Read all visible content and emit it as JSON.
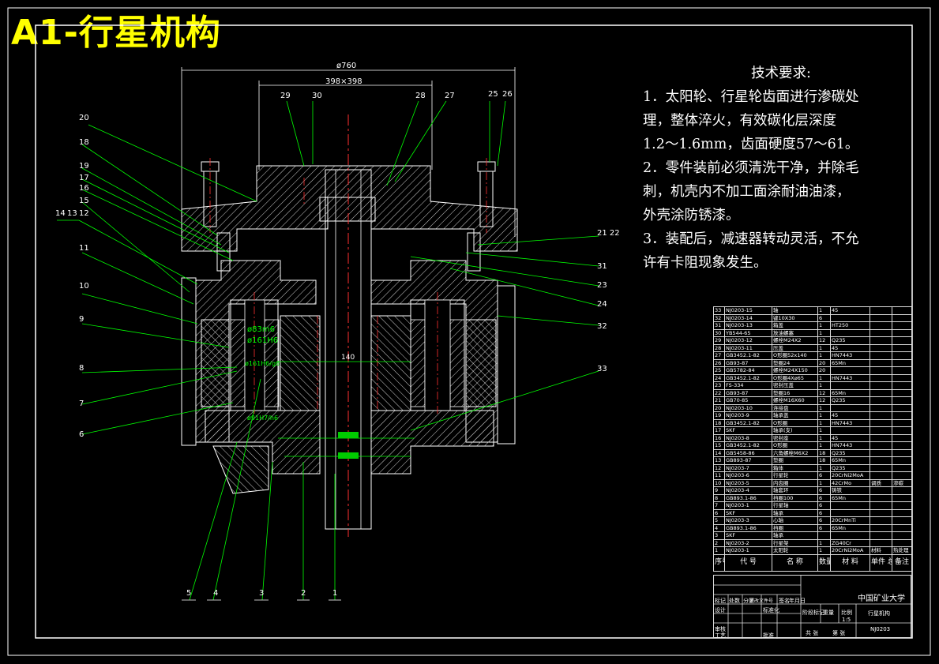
{
  "title": "A1-行星机构",
  "tech_requirements": {
    "heading": "技术要求:",
    "lines": [
      "1．太阳轮、行星轮齿面进行渗碳处",
      "理，整体淬火，有效碳化层深度",
      "1.2～1.6mm，齿面硬度57～61。",
      "2．零件装前必须清洗干净，并除毛",
      "刺，机壳内不加工面涂耐油油漆，",
      "外壳涂防锈漆。",
      "3．装配后，减速器转动灵活，不允",
      "许有卡阻现象发生。"
    ]
  },
  "dimensions": {
    "overall": "ø760",
    "square": "398×398",
    "center": "140",
    "fit1": "ø83m6",
    "fit2": "ø161H6",
    "fit3": "ø161H6/g6",
    "fit4": "ø91H7/h6"
  },
  "part_labels": [
    "1",
    "2",
    "3",
    "4",
    "5",
    "6",
    "7",
    "8",
    "9",
    "10",
    "11",
    "12",
    "13",
    "14",
    "15",
    "16",
    "17",
    "18",
    "19",
    "20",
    "21 22",
    "23",
    "24",
    "25",
    "26",
    "27",
    "28",
    "29",
    "30",
    "31",
    "32",
    "33"
  ],
  "bom_rows": [
    [
      "33",
      "NJ0203-15",
      "轴",
      "1",
      "45",
      "",
      ""
    ],
    [
      "32",
      "NJ0203-14",
      "键10X30",
      "6",
      "",
      "",
      ""
    ],
    [
      "31",
      "NJ0203-13",
      "箱盖",
      "1",
      "HT250",
      "",
      ""
    ],
    [
      "30",
      "YB544-65",
      "放油螺塞",
      "1",
      "",
      "",
      ""
    ],
    [
      "29",
      "NJ0203-12",
      "螺栓M24X2",
      "12",
      "Q235",
      "",
      ""
    ],
    [
      "28",
      "NJ0203-11",
      "压盖",
      "1",
      "45",
      "",
      ""
    ],
    [
      "27",
      "GB3452.1-82",
      "O形圈52x140",
      "1",
      "HN7443",
      "",
      ""
    ],
    [
      "26",
      "GB93-87",
      "垫圈24",
      "20",
      "65Mn",
      "",
      ""
    ],
    [
      "25",
      "GB5782-84",
      "螺栓M24X150",
      "20",
      "",
      "",
      ""
    ],
    [
      "24",
      "GB3452.1-82",
      "O形圈4Xø65",
      "1",
      "HN7443",
      "",
      ""
    ],
    [
      "23",
      "FS-334",
      "密封压盖",
      "1",
      "",
      "",
      ""
    ],
    [
      "22",
      "GB93-87",
      "垫圈16",
      "12",
      "65Mn",
      "",
      ""
    ],
    [
      "21",
      "GB70-85",
      "螺栓M16X60",
      "12",
      "Q235",
      "",
      ""
    ],
    [
      "20",
      "NJ0203-10",
      "连接盘",
      "1",
      "",
      "",
      ""
    ],
    [
      "19",
      "NJ0203-9",
      "轴承盖",
      "1",
      "45",
      "",
      ""
    ],
    [
      "18",
      "GB3452.1-82",
      "O形圈",
      "1",
      "HN7443",
      "",
      ""
    ],
    [
      "17",
      "SKF",
      "轴承(支)",
      "1",
      "",
      "",
      ""
    ],
    [
      "16",
      "NJ0203-8",
      "密封座",
      "1",
      "45",
      "",
      ""
    ],
    [
      "15",
      "GB3452.1-82",
      "O形圈",
      "1",
      "HN7443",
      "",
      ""
    ],
    [
      "14",
      "GB5458-86",
      "六角螺栓M6X2",
      "18",
      "Q235",
      "",
      ""
    ],
    [
      "13",
      "GB893-87",
      "垫圈",
      "18",
      "65Mn",
      "",
      ""
    ],
    [
      "12",
      "NJ0203-7",
      "箱体",
      "1",
      "Q235",
      "",
      ""
    ],
    [
      "11",
      "NJ0203-6",
      "行星轮",
      "6",
      "20CrNi2MoA",
      "",
      ""
    ],
    [
      "10",
      "NJ0203-5",
      "内齿圈",
      "1",
      "42CrMo",
      "调质",
      "渗碳"
    ],
    [
      "9",
      "NJ0203-4",
      "轴套环",
      "6",
      "铸铁",
      "",
      ""
    ],
    [
      "8",
      "GB893.1-86",
      "挡圈100",
      "6",
      "65Mn",
      "",
      ""
    ],
    [
      "7",
      "NJ0203-1",
      "行星轴",
      "6",
      "",
      "",
      ""
    ],
    [
      "6",
      "SKF",
      "轴承",
      "6",
      "",
      "",
      ""
    ],
    [
      "5",
      "NJ0203-3",
      "心轴",
      "6",
      "20CrMnTi",
      "",
      ""
    ],
    [
      "4",
      "GB893.1-86",
      "挡圈",
      "6",
      "65Mn",
      "",
      ""
    ],
    [
      "3",
      "SKF",
      "轴承",
      "",
      "",
      "",
      ""
    ],
    [
      "2",
      "NJ0203-2",
      "行星架",
      "1",
      "ZG40Cr",
      "",
      ""
    ],
    [
      "1",
      "NJ0203-1",
      "太阳轮",
      "1",
      "20CrNi2MoA",
      "材料",
      "热处理"
    ]
  ],
  "bom_header": [
    "序号",
    "代 号",
    "名 称",
    "数量",
    "材 料",
    "单件 总计 重量",
    "备注"
  ],
  "title_block": {
    "school": "中国矿业大学",
    "drawing_name": "行星机构",
    "drawing_no": "NJ0203",
    "scale": "1:5",
    "row_labels": [
      "标记",
      "处数",
      "分区",
      "更改文件号",
      "签名",
      "年月日"
    ],
    "design": "设计",
    "standard": "标准化",
    "review": "审核",
    "process": "工艺",
    "approve": "批准",
    "stage": "阶段标记",
    "weight": "重量",
    "ratio": "比例",
    "sheet": "共 张",
    "sheet2": "第 张"
  }
}
